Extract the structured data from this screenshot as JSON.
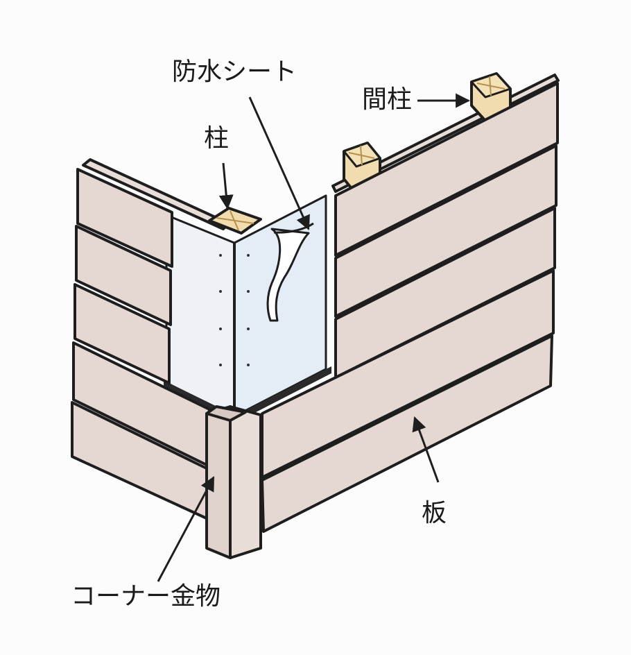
{
  "labels": {
    "waterproof_sheet": "防水シート",
    "stud": "間柱",
    "post": "柱",
    "board": "板",
    "corner_metal": "コーナー金物"
  },
  "colors": {
    "siding": "#e5d8d3",
    "sheet": "#e6eef6",
    "wood": "#f0dcae",
    "outline": "#1e1e1e"
  }
}
